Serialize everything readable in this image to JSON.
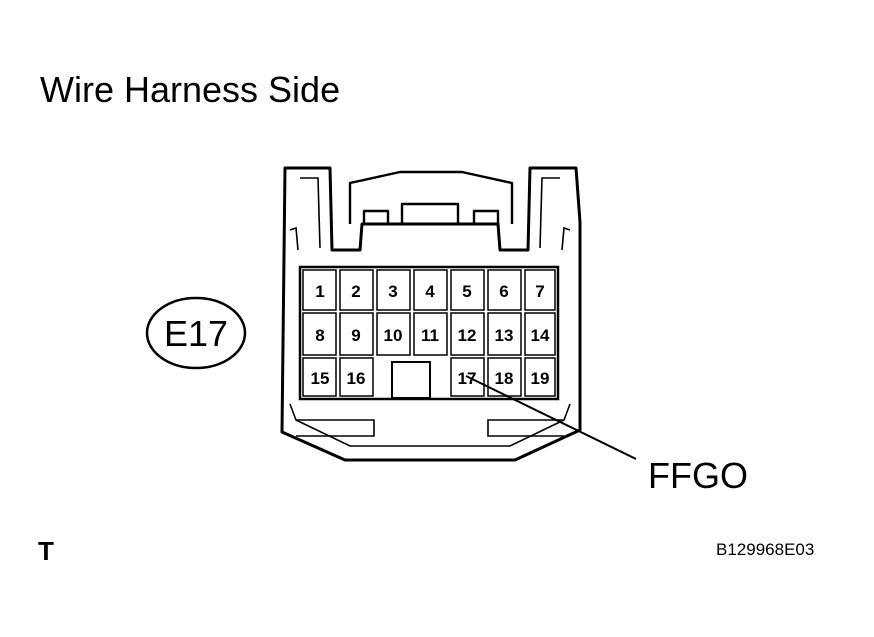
{
  "title": "Wire Harness Side",
  "connector_id": "E17",
  "callout_label": "FFGO",
  "corner_label": "T",
  "figure_code": "B129968E03",
  "pins": [
    "1",
    "2",
    "3",
    "4",
    "5",
    "6",
    "7",
    "8",
    "9",
    "10",
    "11",
    "12",
    "13",
    "14",
    "15",
    "16",
    "17",
    "18",
    "19"
  ]
}
